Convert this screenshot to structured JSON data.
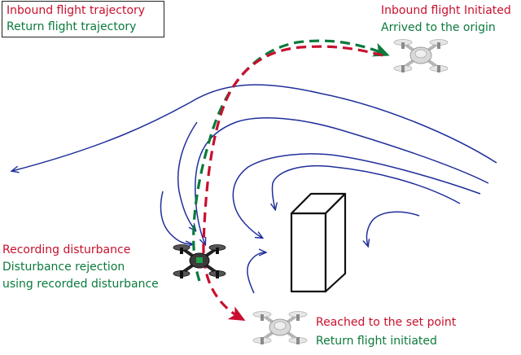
{
  "legend": {
    "inbound": "Inbound flight trajectory",
    "return": "Return flight trajectory"
  },
  "origin_labels": {
    "line1": "Inbound flight Initiated",
    "line2": "Arrived to the origin"
  },
  "disturbance_labels": {
    "line1": "Recording disturbance",
    "line2": "Disturbance rejection",
    "line3": "using recorded disturbance"
  },
  "setpoint_labels": {
    "line1": "Reached to the set point",
    "line2": "Return flight initiated"
  },
  "colors": {
    "inbound": "#c8102e",
    "return": "#0b7a3b",
    "flow": "#1f2f9a",
    "drone_light": "#c9c9c9",
    "drone_dark": "#2b2b2b"
  },
  "icons": [
    "drone-icon",
    "building-icon"
  ]
}
